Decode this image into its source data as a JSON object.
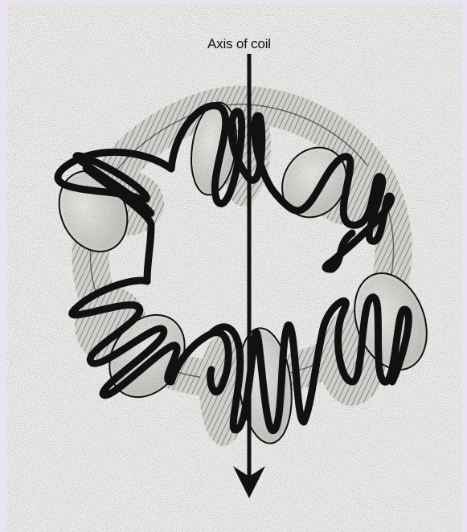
{
  "figure": {
    "axis_label": "Axis of coil"
  },
  "colors": {
    "page_background": "#e9e2f3",
    "paper": "#efefed",
    "ink": "#111111",
    "disk_fill": "#d9d9d6",
    "disk_speckle": "#8a8a88"
  },
  "elements": {
    "coil_count": 6,
    "arrow": "down"
  }
}
